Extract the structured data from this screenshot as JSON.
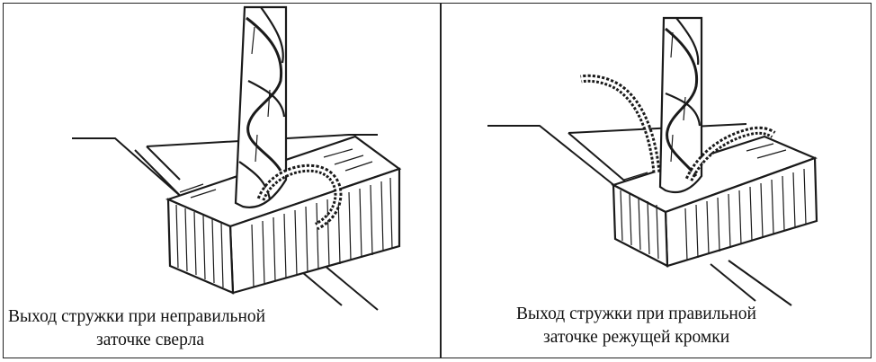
{
  "left_panel": {
    "caption_line1": "Выход стружки при неправильной",
    "caption_line2": "заточке сверла"
  },
  "right_panel": {
    "caption_line1": "Выход стружки при правильной",
    "caption_line2": "заточке режущей кромки"
  },
  "colors": {
    "ink": "#1a1a1a",
    "paper": "#ffffff"
  }
}
